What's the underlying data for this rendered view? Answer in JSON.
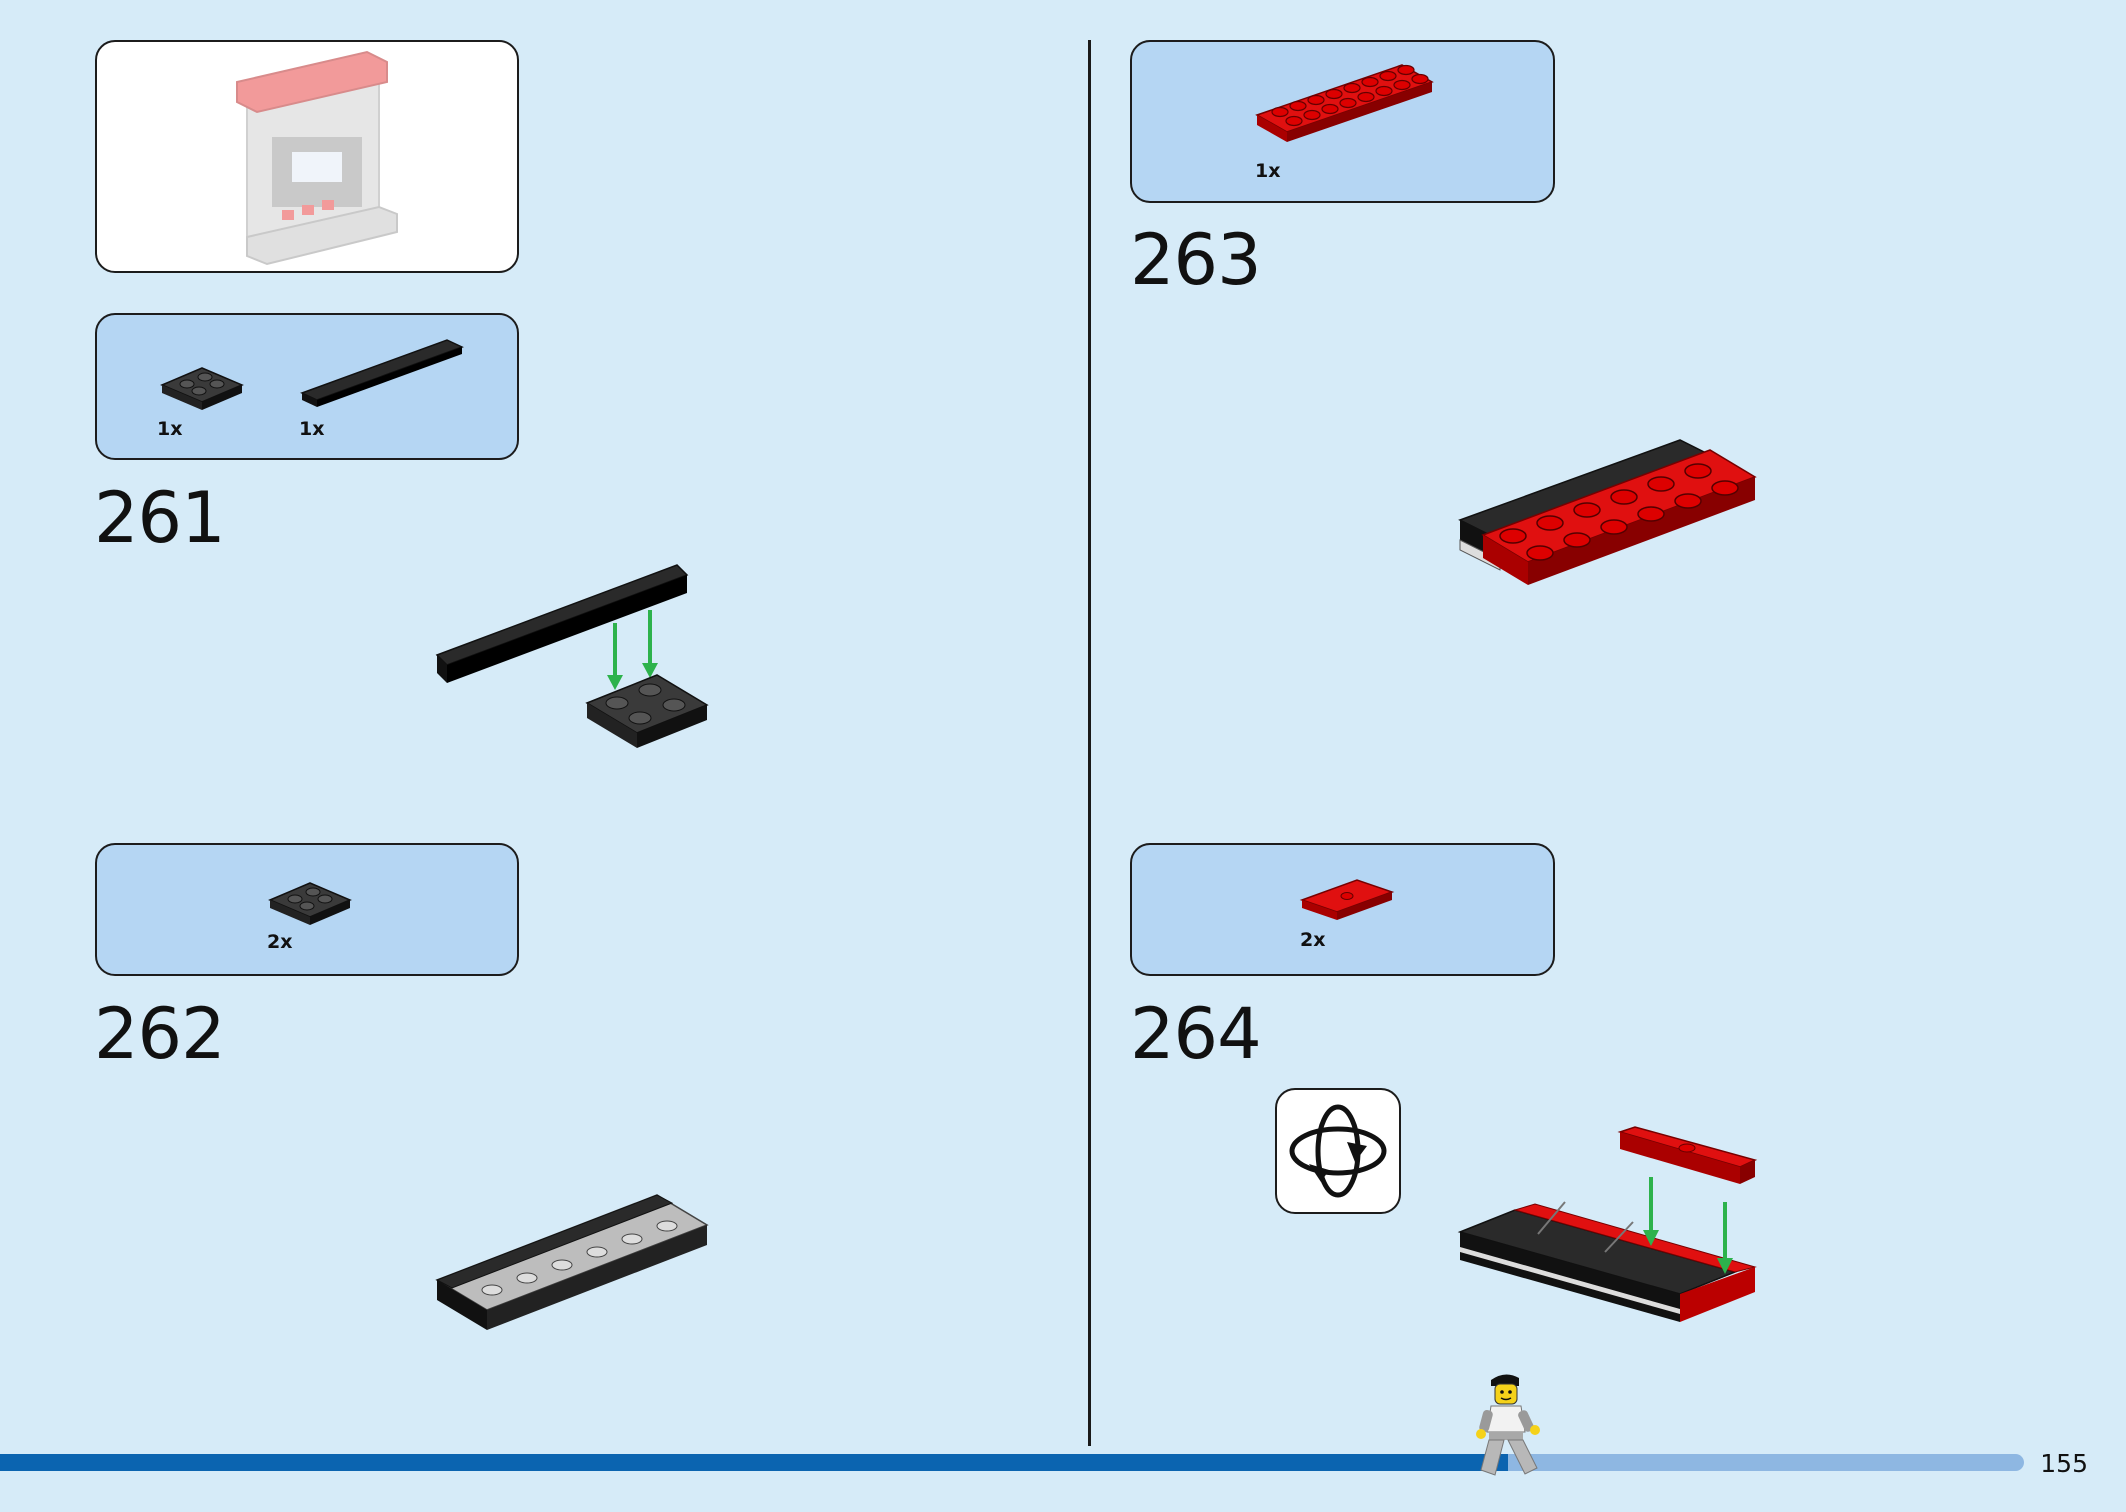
{
  "page": {
    "number": "155"
  },
  "colors": {
    "background": "#d6ebf8",
    "callout": "#b5d6f3",
    "progress_done": "#0b64b0",
    "progress_remaining": "#8eb7e2",
    "arrow": "#2db24c"
  },
  "progress": {
    "fraction_complete": 0.745
  },
  "steps": [
    {
      "number": "261",
      "parts": [
        {
          "name": "dark gray 2x2 plate",
          "qty": "1x"
        },
        {
          "name": "black 1x8 tile",
          "qty": "1x"
        }
      ]
    },
    {
      "number": "262",
      "parts": [
        {
          "name": "dark gray 2x2 plate",
          "qty": "2x"
        }
      ]
    },
    {
      "number": "263",
      "parts": [
        {
          "name": "red 2x8 plate",
          "qty": "1x"
        }
      ]
    },
    {
      "number": "264",
      "parts": [
        {
          "name": "red 1x4 plate with center stud",
          "qty": "2x"
        }
      ],
      "icon": "rotate-model-icon"
    }
  ],
  "icons": {
    "rotate": "rotate-model-icon",
    "figure": "minifigure-walking-icon"
  }
}
